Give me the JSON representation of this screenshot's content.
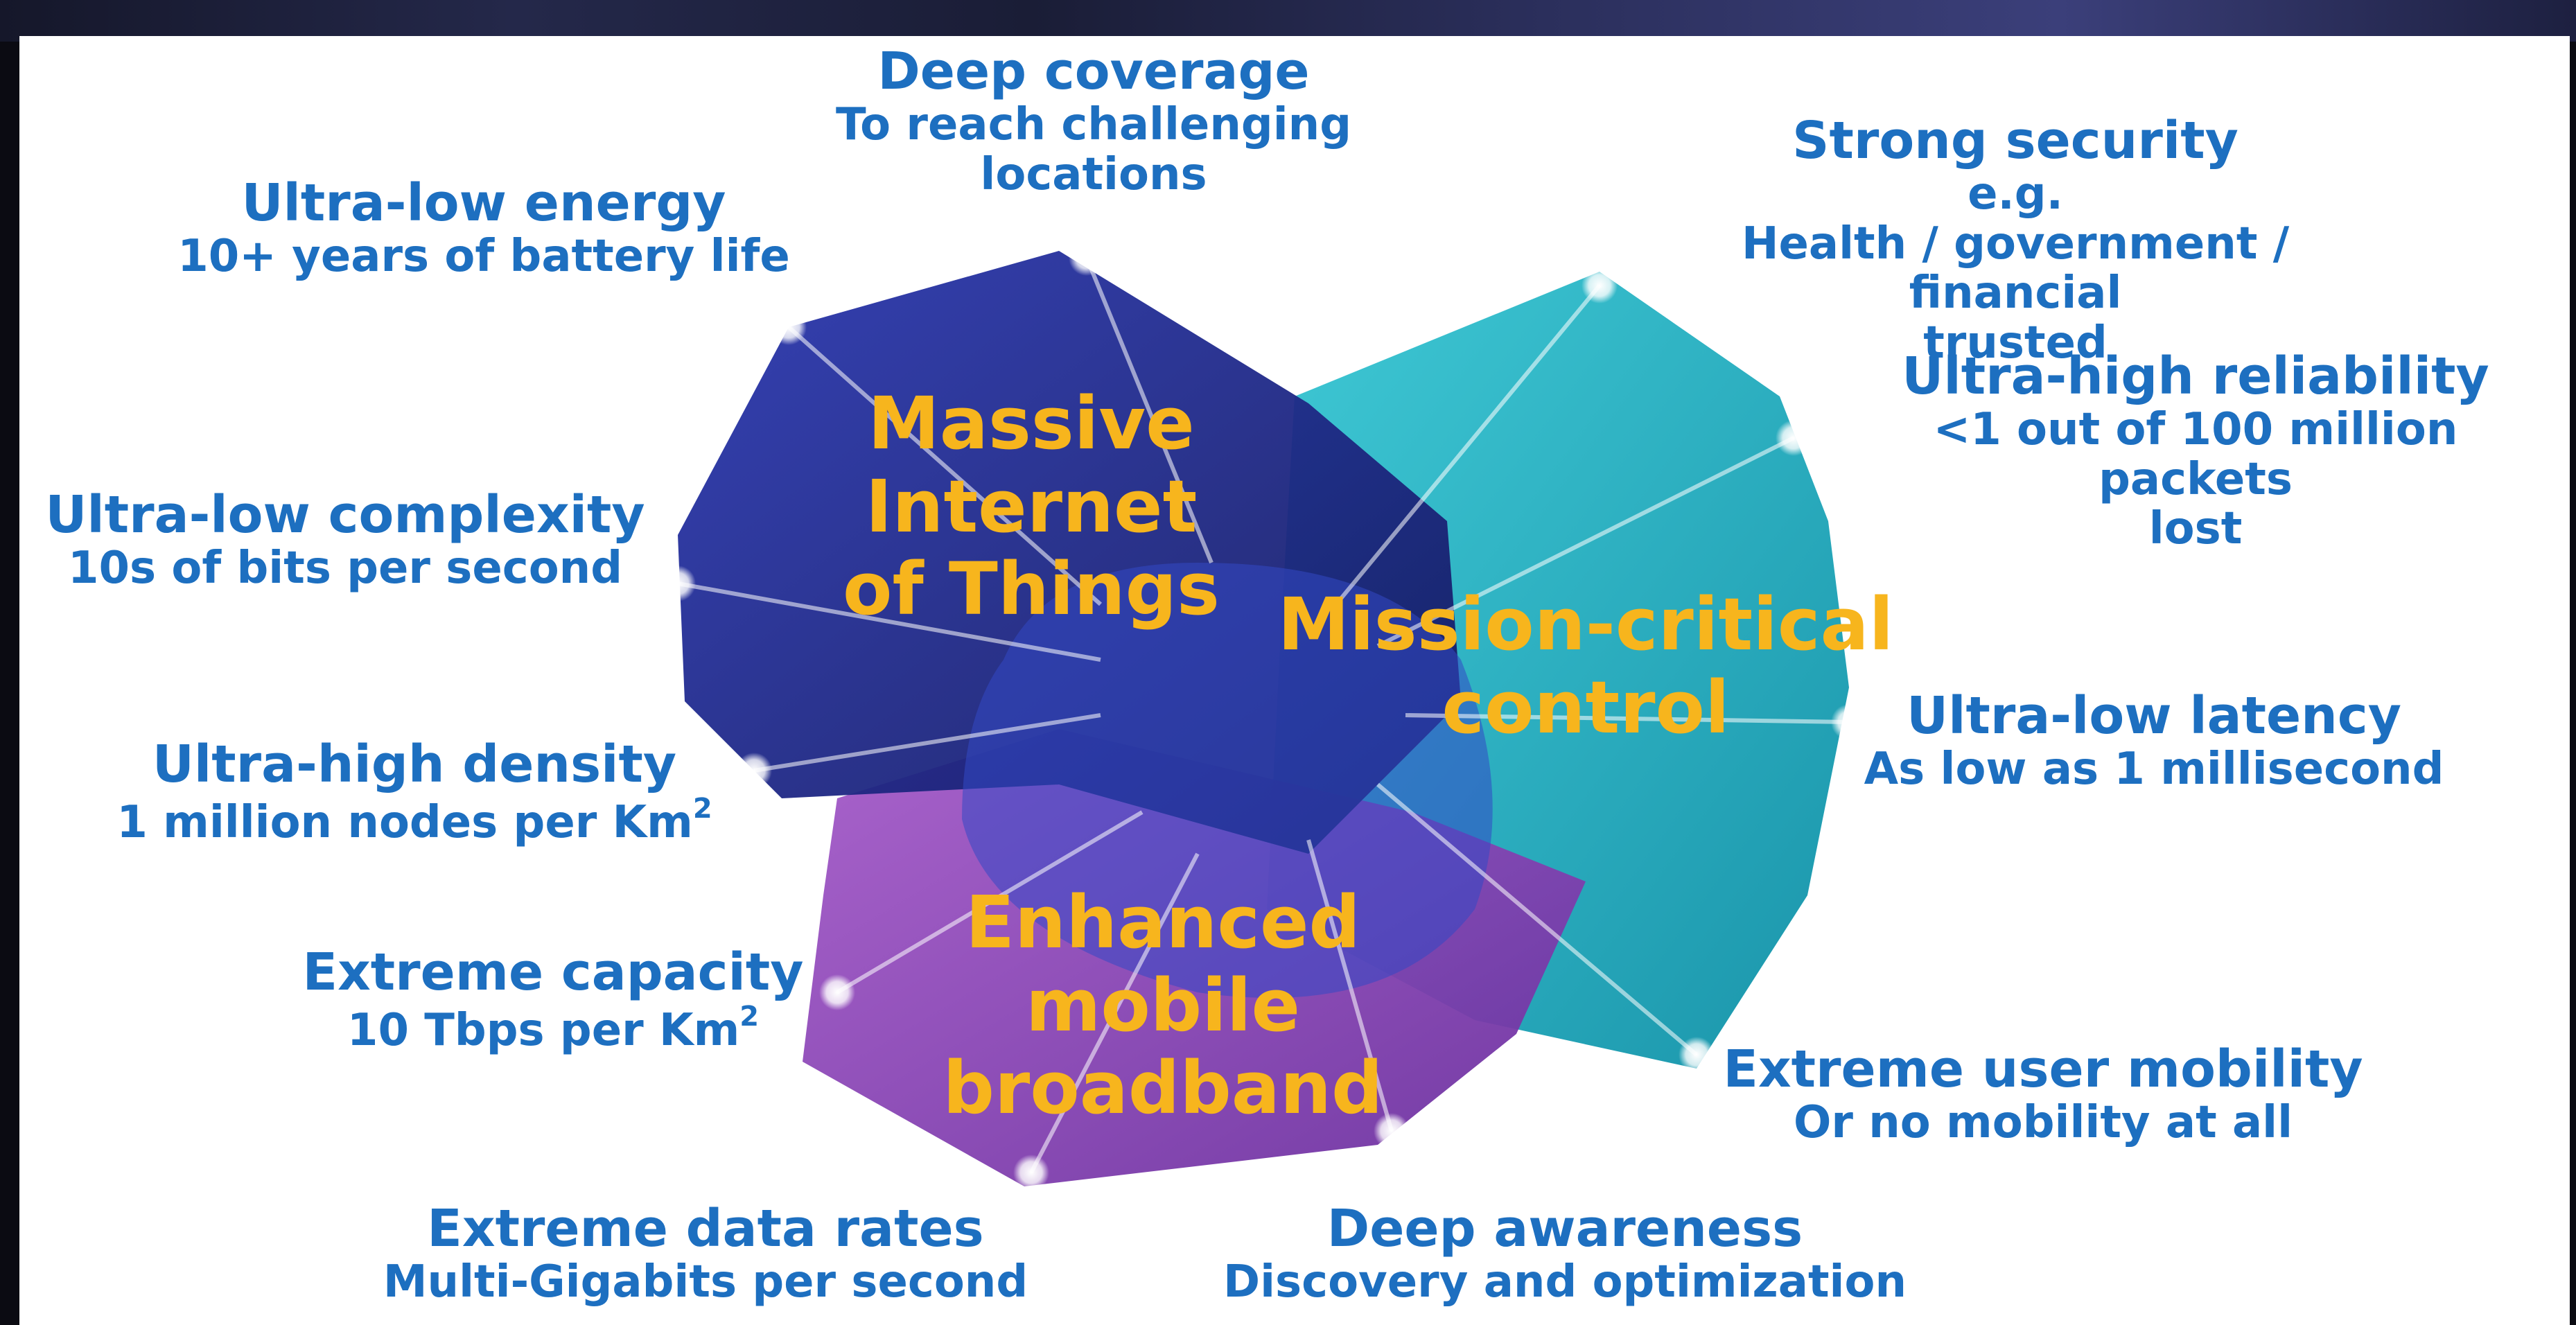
{
  "usage_scenarios": {
    "miot": {
      "line1": "Massive Internet",
      "line2": "of Things"
    },
    "mission": {
      "line1": "Mission-critical",
      "line2": "control"
    },
    "embb": {
      "line1": "Enhanced",
      "line2": "mobile broadband"
    }
  },
  "features": {
    "deep_coverage": {
      "title": "Deep coverage",
      "desc": "To reach challenging",
      "desc2": "locations"
    },
    "ultra_low_energy": {
      "title": "Ultra-low energy",
      "desc": "10+ years of battery life"
    },
    "ultra_low_complexity": {
      "title": "Ultra-low complexity",
      "desc": "10s of bits per second"
    },
    "ultra_high_density": {
      "title": "Ultra-high density",
      "desc": "1 million nodes per Km",
      "sup": "2"
    },
    "extreme_capacity": {
      "title": "Extreme capacity",
      "desc": "10 Tbps per Km",
      "sup": "2"
    },
    "extreme_data_rates": {
      "title": "Extreme data rates",
      "desc": "Multi-Gigabits per second"
    },
    "deep_awareness": {
      "title": "Deep awareness",
      "desc": "Discovery and optimization"
    },
    "extreme_user_mobility": {
      "title": "Extreme user mobility",
      "desc": "Or no mobility at all"
    },
    "ultra_low_latency": {
      "title": "Ultra-low latency",
      "desc": "As low as 1 millisecond"
    },
    "ultra_high_reliability": {
      "title": "Ultra-high reliability",
      "desc": "<1 out of 100 million packets",
      "desc2": "lost"
    },
    "strong_security": {
      "title": "Strong security",
      "desc": "e.g.",
      "desc2": "Health / government / financial",
      "desc3": "trusted"
    }
  },
  "colors": {
    "label_blue": "#1d6fc0",
    "usage_yellow": "#f7b51d",
    "miot_fill": "#1f2a8c",
    "mission_fill": "#17aebf",
    "embb_fill": "#8a45b8"
  }
}
